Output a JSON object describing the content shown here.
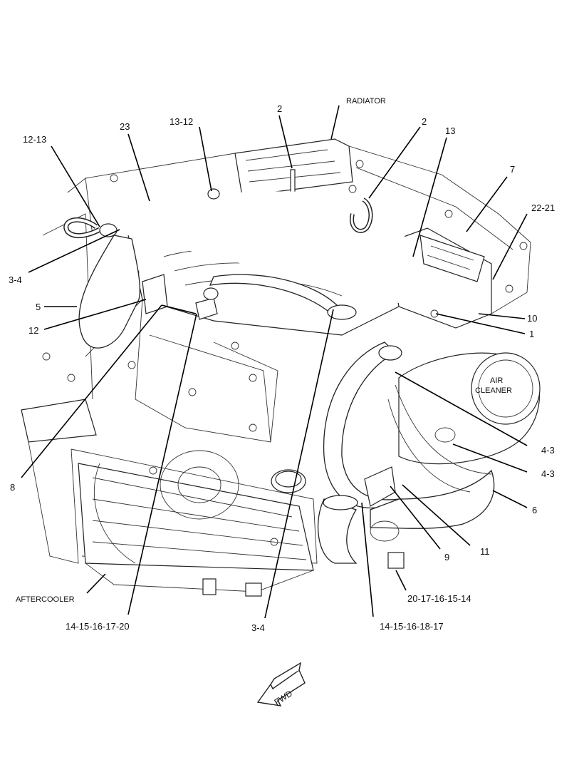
{
  "labels": {
    "radiator": "RADIATOR",
    "air_cleaner_line1": "AIR",
    "air_cleaner_line2": "CLEANER",
    "aftercooler": "AFTERCOOLER",
    "fwd": "FWD"
  },
  "callouts": {
    "c_12_13": "12-13",
    "c_23": "23",
    "c_13_12": "13-12",
    "c_2_top": "2",
    "c_2_right": "2",
    "c_13": "13",
    "c_7": "7",
    "c_22_21": "22-21",
    "c_3_4_left": "3-4",
    "c_5": "5",
    "c_12": "12",
    "c_10": "10",
    "c_1": "1",
    "c_4_3_a": "4-3",
    "c_4_3_b": "4-3",
    "c_6": "6",
    "c_8": "8",
    "c_9": "9",
    "c_11": "11",
    "c_20_17_16_15_14": "20-17-16-15-14",
    "c_14_15_16_17_20": "14-15-16-17-20",
    "c_3_4_bottom": "3-4",
    "c_14_15_16_18_17": "14-15-16-18-17"
  }
}
